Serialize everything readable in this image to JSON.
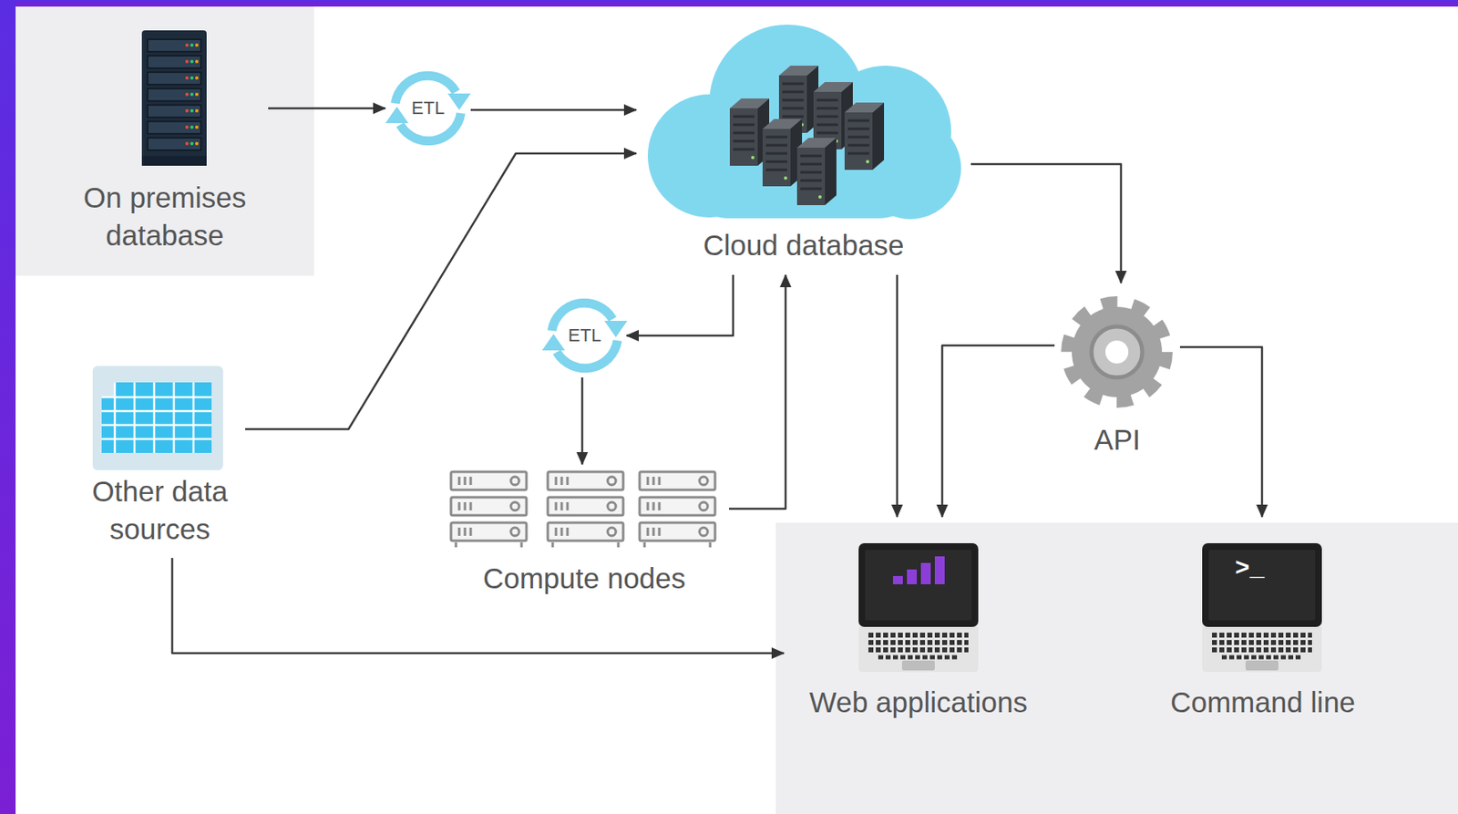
{
  "diagram": {
    "nodes": [
      {
        "text": [
          "On premises database"
        ]
      },
      {
        "text": [
          "ETL"
        ]
      },
      {
        "text": [
          "Cloud database"
        ]
      },
      {
        "text": [
          "Other data sources"
        ]
      },
      {
        "text": [
          "ETL"
        ]
      },
      {
        "text": [
          "API"
        ]
      },
      {
        "text": [
          "Compute nodes"
        ]
      },
      {
        "text": [
          "Web applications"
        ]
      },
      {
        "text": [
          "Command line"
        ]
      }
    ],
    "edges": [
      {
        "from": 0,
        "to": 1,
        "arrow": "to"
      },
      {
        "from": 1,
        "to": 2,
        "arrow": "to"
      },
      {
        "from": 3,
        "to": 2,
        "arrow": "to"
      },
      {
        "from": 2,
        "to": 4,
        "arrow": "to"
      },
      {
        "from": 4,
        "to": 6,
        "arrow": "to"
      },
      {
        "from": 6,
        "to": 2,
        "arrow": "to"
      },
      {
        "from": 2,
        "to": 7,
        "arrow": "to"
      },
      {
        "from": 2,
        "to": 5,
        "arrow": "to"
      },
      {
        "from": 5,
        "to": 7,
        "arrow": "to"
      },
      {
        "from": 5,
        "to": 8,
        "arrow": "to"
      },
      {
        "from": 3,
        "to": 7,
        "arrow": "to"
      }
    ],
    "labels": [
      ">_"
    ]
  }
}
